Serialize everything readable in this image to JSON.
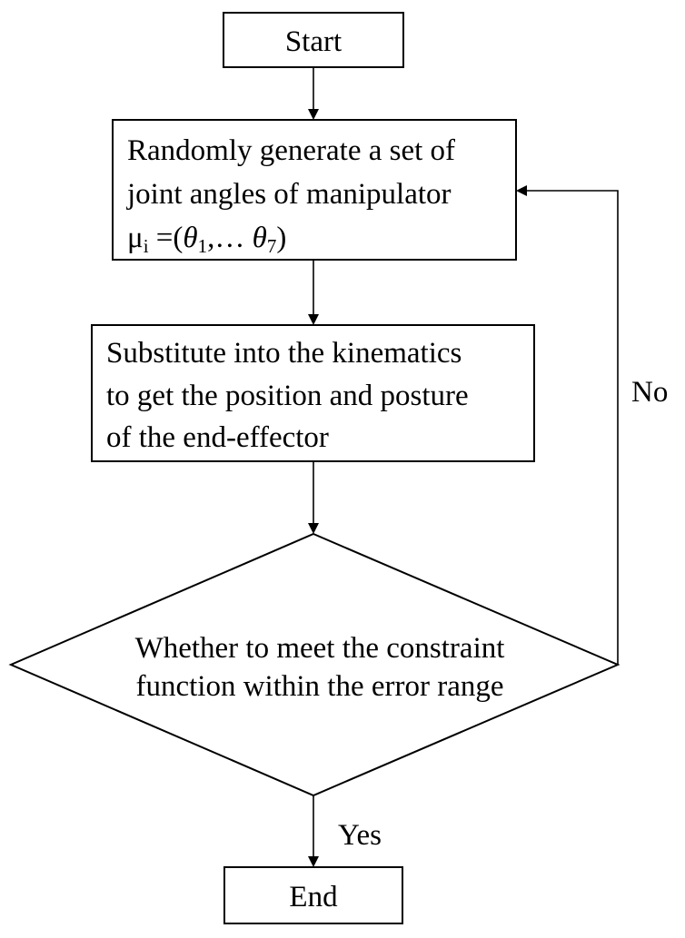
{
  "flowchart": {
    "start": {
      "label": "Start"
    },
    "generate": {
      "line1": "Randomly generate a set of",
      "line2": "joint angles of manipulator",
      "line3": {
        "mu": "μ",
        "mu_sub": "i",
        "eq_open": " =(",
        "theta1": "θ",
        "theta1_sub": "1",
        "ellipsis": ",… ",
        "theta7": "θ",
        "theta7_sub": "7",
        "close": ")"
      }
    },
    "substitute": {
      "line1": "Substitute into the kinematics",
      "line2": "to get the position and posture",
      "line3": "of the end-effector"
    },
    "decision": {
      "line1": "Whether to meet the constraint",
      "line2": "function within the error range"
    },
    "end": {
      "label": "End"
    },
    "edge_labels": {
      "no": "No",
      "yes": "Yes"
    }
  }
}
